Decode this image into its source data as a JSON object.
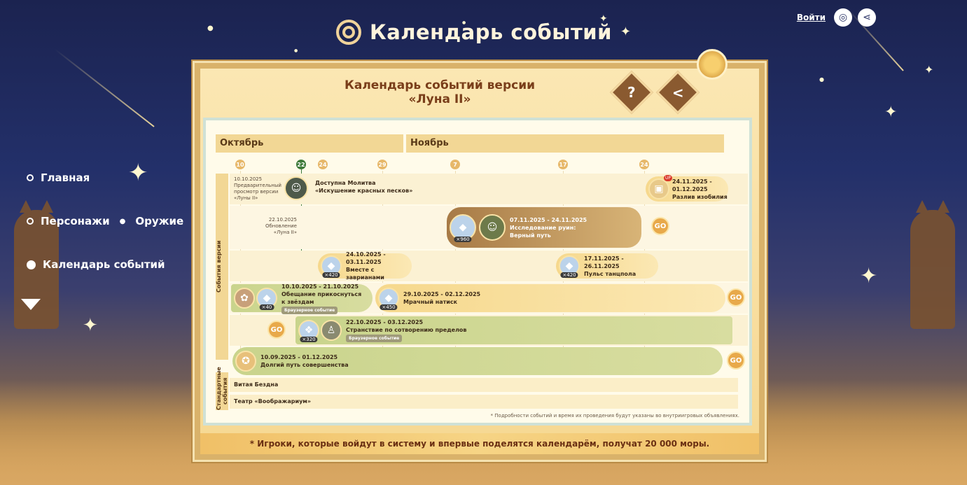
{
  "header": {
    "title": "Календарь событий",
    "login": "Войти"
  },
  "nav": {
    "items": [
      {
        "label": "Главная"
      },
      {
        "label": "Персонажи",
        "label2": "Оружие"
      },
      {
        "label": "Календарь событий",
        "active": true
      }
    ]
  },
  "board": {
    "title_line1": "Календарь событий версии",
    "title_line2": "«Луна II»",
    "help_symbol": "?",
    "share_symbol": "<",
    "months": [
      "Октябрь",
      "Ноябрь"
    ],
    "days": [
      "10",
      "22",
      "24",
      "29",
      "7",
      "17",
      "24"
    ],
    "section_labels": {
      "version_events": "События версии",
      "standard_events": "Стандартные события"
    },
    "events": {
      "preview_date": "10.10.2025",
      "preview_line1": "Предварительный",
      "preview_line2": "просмотр версии",
      "preview_line3": "«Луны II»",
      "prayer_line1": "Доступна Молитва",
      "prayer_line2": "«Искушение красных песков»",
      "update_date": "22.10.2025",
      "update_line1": "Обновление",
      "update_line2": "«Луна II»",
      "abundance_badge": "UP",
      "abundance_dates": "24.11.2025 -",
      "abundance_dates2": "01.12.2025",
      "abundance_name": "Разлив изобилия",
      "ruins_dates": "07.11.2025 - 24.11.2025",
      "ruins_line1": "Исследование руин:",
      "ruins_line2": "Верный путь",
      "ruins_qty": "×960",
      "zavrian_dates": "24.10.2025 - 03.11.2025",
      "zavrian_name": "Вместе с заврианами",
      "zavrian_qty": "×420",
      "dance_dates": "17.11.2025 - 26.11.2025",
      "dance_name": "Пульс танцпола",
      "dance_qty": "×420",
      "stars_dates": "10.10.2025 - 21.10.2025",
      "stars_line1": "Обещание прикоснуться",
      "stars_line2": "к звёздам",
      "stars_tag": "Браузерное событие",
      "stars_qty": "×40",
      "onslaught_dates": "29.10.2025 - 02.12.2025",
      "onslaught_name": "Мрачный натиск",
      "onslaught_qty": "×450",
      "wander_dates": "22.10.2025 - 03.12.2025",
      "wander_name": "Странствие по сотворению пределов",
      "wander_tag": "Браузерное событие",
      "wander_qty": "×320",
      "perfection_dates": "10.09.2025 - 01.12.2025",
      "perfection_name": "Долгий путь совершенства",
      "go": "GO"
    },
    "standard": [
      "Витая Бездна",
      "Театр «Воображариум»"
    ],
    "footnote": "* Подробности событий и время их проведения будут указаны во внутриигровых объявлениях.",
    "banner": "* Игроки, которые войдут в систему и впервые поделятся календарём, получат 20 000 моры."
  },
  "colors": {
    "sky": "#1b2350",
    "gold": "#f2d795",
    "brown": "#7a3e1a",
    "today": "#3f7a3a"
  },
  "icons": [
    "globe-icon",
    "share-icon",
    "question-icon",
    "logo-icon",
    "primogem-icon",
    "crystal-icon",
    "medal-icon"
  ]
}
